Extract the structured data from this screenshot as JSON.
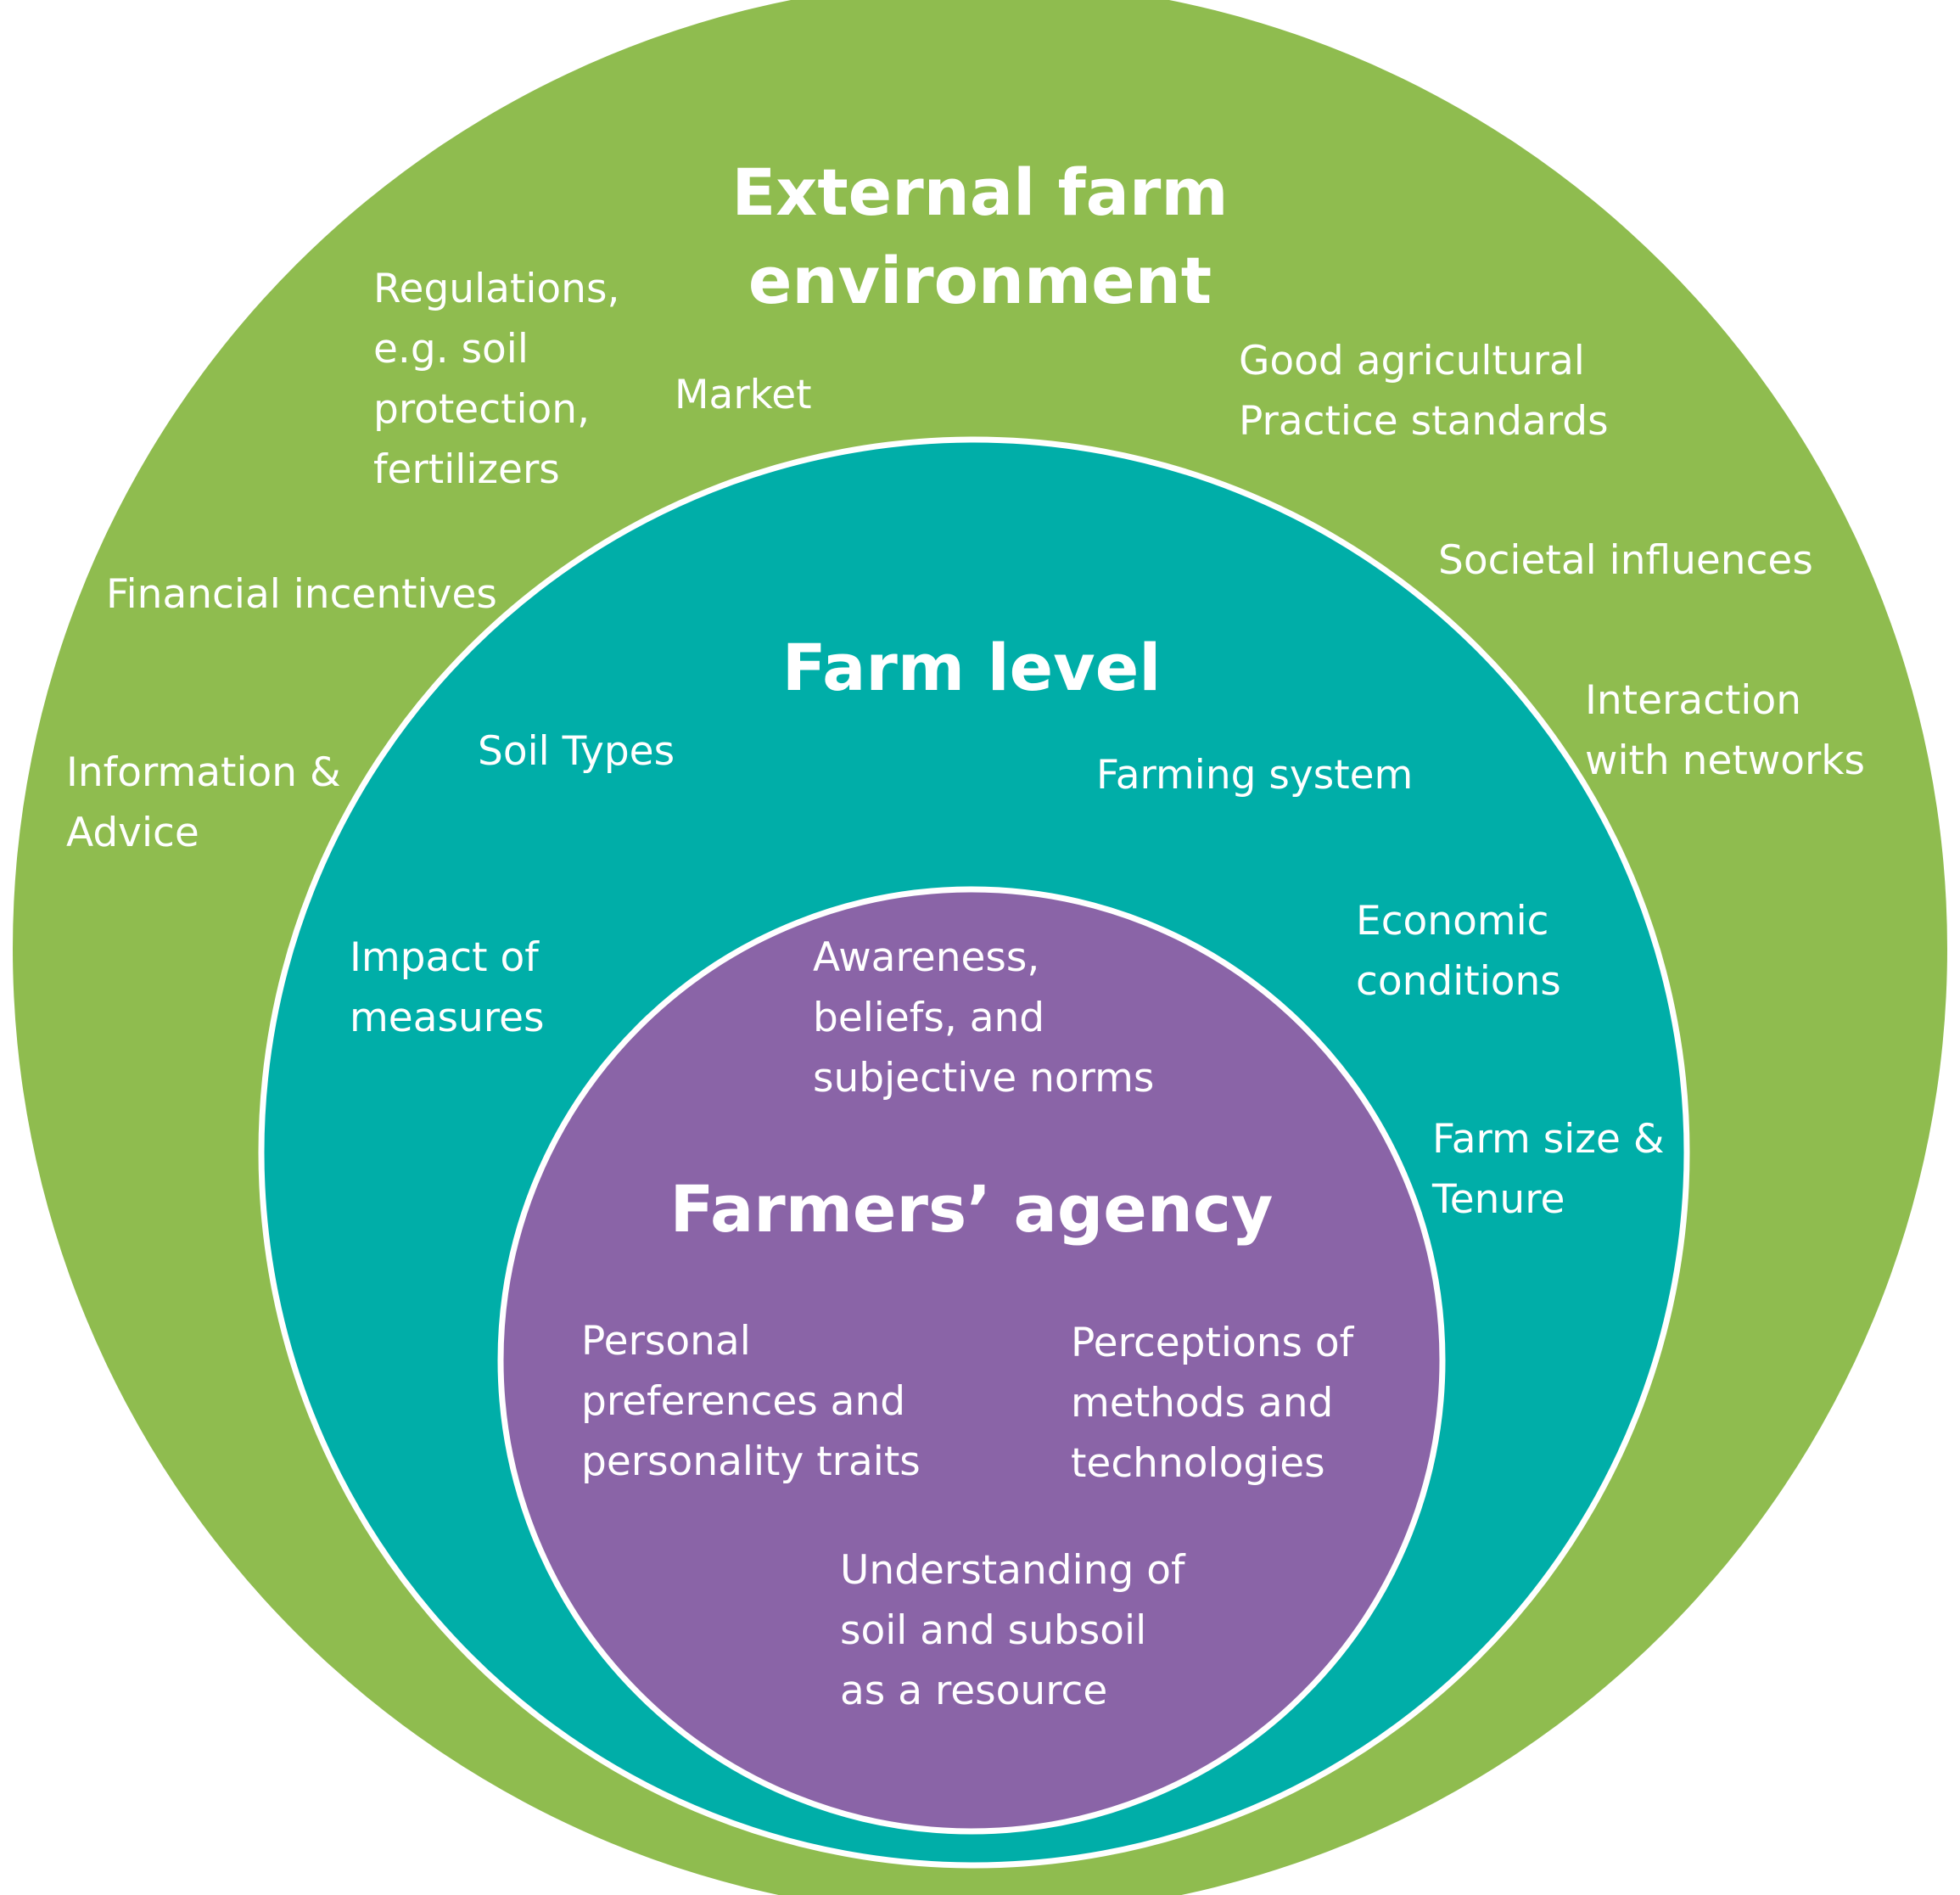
{
  "colors": {
    "outer_ring": "#8fbc4f",
    "middle_ring": "#00aea8",
    "inner_ring": "#8a64a7",
    "separator": "#ffffff",
    "text": "#ffffff"
  },
  "outer": {
    "title": "External farm\nenvironment",
    "items": {
      "regulations": "Regulations,\ne.g. soil\nprotection,\nfertilizers",
      "market": "Market",
      "good_practice": "Good agricultural\nPractice standards",
      "societal": "Societal influences",
      "financial": "Financial incentives",
      "networks": "Interaction\nwith networks",
      "information": "Information &\nAdvice"
    }
  },
  "middle": {
    "title": "Farm level",
    "items": {
      "soil_types": "Soil Types",
      "farming_system": "Farming system",
      "impact": "Impact of\nmeasures",
      "economic": "Economic\nconditions",
      "farm_size": "Farm size &\nTenure"
    }
  },
  "inner": {
    "title": "Farmers’ agency",
    "items": {
      "awareness": "Awareness,\nbeliefs, and\nsubjective norms",
      "personal": "Personal\npreferences and\npersonality traits",
      "perceptions": "Perceptions of\nmethods and\ntechnologies",
      "understanding": "Understanding of\nsoil and subsoil\nas a resource"
    }
  }
}
